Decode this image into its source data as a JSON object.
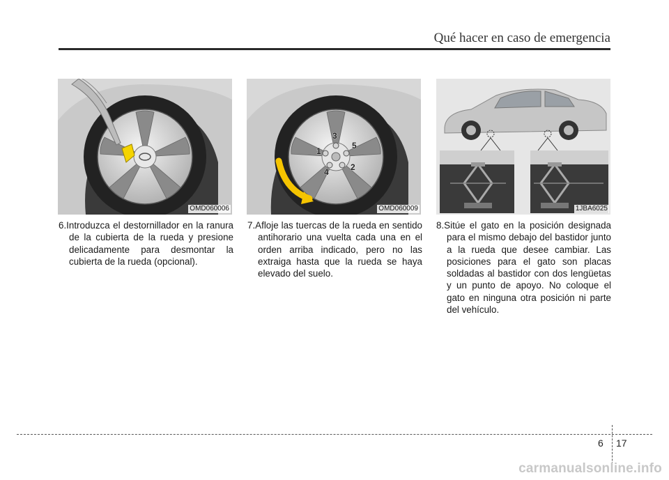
{
  "header": {
    "title": "Qué hacer en caso de emergencia"
  },
  "figures": [
    {
      "code": "OMD060006"
    },
    {
      "code": "OMD060009",
      "nut_numbers": [
        "1",
        "2",
        "3",
        "4",
        "5"
      ]
    },
    {
      "code": "1JBA6025"
    }
  ],
  "steps": [
    {
      "text": "6.Introduzca el destornillador en la ranura de la cubierta de la rueda y presione delicadamente para desmontar la cubierta de la rueda (opcional)."
    },
    {
      "text": "7.Afloje las tuercas de la rueda en sentido antihorario una vuelta cada una en el orden arriba indicado, pero no las extraiga hasta que la rueda se haya elevado del suelo."
    },
    {
      "text": "8.Sitúe el gato en la posición designada para el mismo debajo del bastidor junto a la rueda que desee cambiar. Las posiciones para el gato son placas soldadas al bastidor con dos lengüetas y un punto de apoyo. No coloque el gato en ninguna otra posición ni parte del vehículo."
    }
  ],
  "footer": {
    "chapter": "6",
    "page": "17"
  },
  "watermark": "carmanualsonline.info",
  "colors": {
    "accent_arrow": "#f5c400",
    "rule": "#2a2a2a"
  }
}
